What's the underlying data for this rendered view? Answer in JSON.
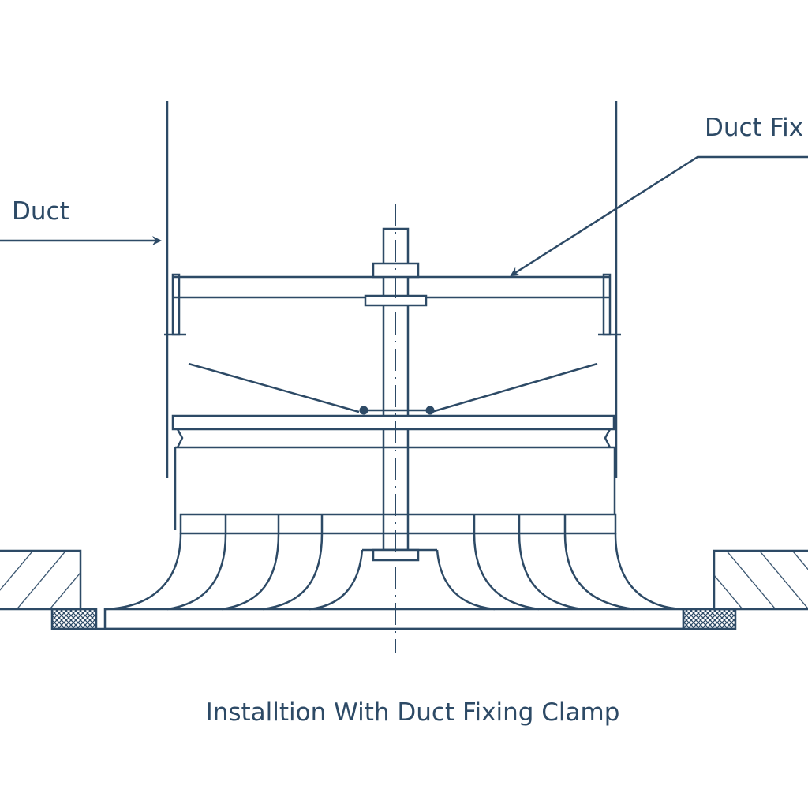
{
  "labels": {
    "duct": "Duct",
    "duct_fixing_clamp": "Duct Fix",
    "caption": "Installtion With Duct Fixing Clamp"
  },
  "colors": {
    "line": "#2d4a66",
    "background": "#ffffff"
  }
}
